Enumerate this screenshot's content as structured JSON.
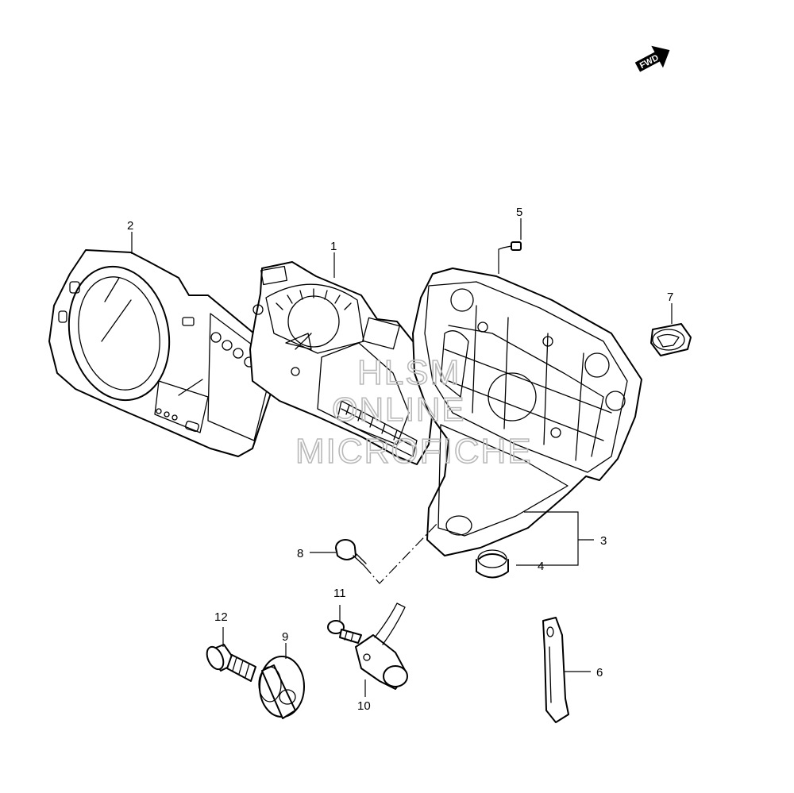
{
  "fwd_badge": {
    "label": "FWD"
  },
  "callouts": [
    {
      "id": "1",
      "label": "1"
    },
    {
      "id": "2",
      "label": "2"
    },
    {
      "id": "3",
      "label": "3"
    },
    {
      "id": "4",
      "label": "4"
    },
    {
      "id": "5",
      "label": "5"
    },
    {
      "id": "6",
      "label": "6"
    },
    {
      "id": "7",
      "label": "7"
    },
    {
      "id": "8",
      "label": "8"
    },
    {
      "id": "9",
      "label": "9"
    },
    {
      "id": "10",
      "label": "10"
    },
    {
      "id": "11",
      "label": "11"
    },
    {
      "id": "12",
      "label": "12"
    }
  ],
  "watermark": {
    "line1": "HLSM",
    "line2": "ONLINE",
    "line3": "MICROFICHE"
  },
  "colors": {
    "ink": "#000000",
    "watermark": "#b9b9b9",
    "background": "#ffffff"
  }
}
